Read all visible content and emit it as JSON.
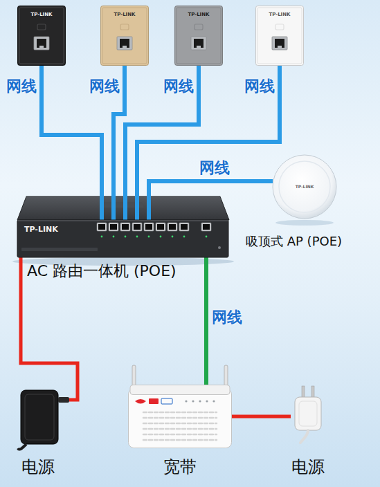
{
  "diagram": {
    "nodes": [
      {
        "text": [
          "TP-LINK"
        ]
      },
      {
        "text": [
          "TP-LINK"
        ]
      },
      {
        "text": [
          "TP-LINK"
        ]
      },
      {
        "text": [
          "TP-LINK"
        ]
      },
      {
        "text": [
          "TP-LINK",
          "吸顶式 AP (POE)"
        ]
      },
      {
        "text": [
          "TP-LINK",
          "AC 路由一体机 (POE)"
        ]
      },
      {
        "text": [
          "电源"
        ]
      },
      {
        "text": [
          "宽带"
        ]
      },
      {
        "text": [
          "电源"
        ]
      }
    ],
    "edges": [
      {
        "from": 0,
        "to": 5,
        "arrow": "none",
        "label": "网线"
      },
      {
        "from": 1,
        "to": 5,
        "arrow": "none",
        "label": "网线"
      },
      {
        "from": 2,
        "to": 5,
        "arrow": "none",
        "label": "网线"
      },
      {
        "from": 3,
        "to": 5,
        "arrow": "none",
        "label": "网线"
      },
      {
        "from": 4,
        "to": 5,
        "arrow": "none",
        "label": "网线"
      },
      {
        "from": 5,
        "to": 7,
        "arrow": "none",
        "label": "网线"
      },
      {
        "from": 6,
        "to": 5,
        "arrow": "none"
      },
      {
        "from": 7,
        "to": 8,
        "arrow": "none"
      }
    ]
  }
}
